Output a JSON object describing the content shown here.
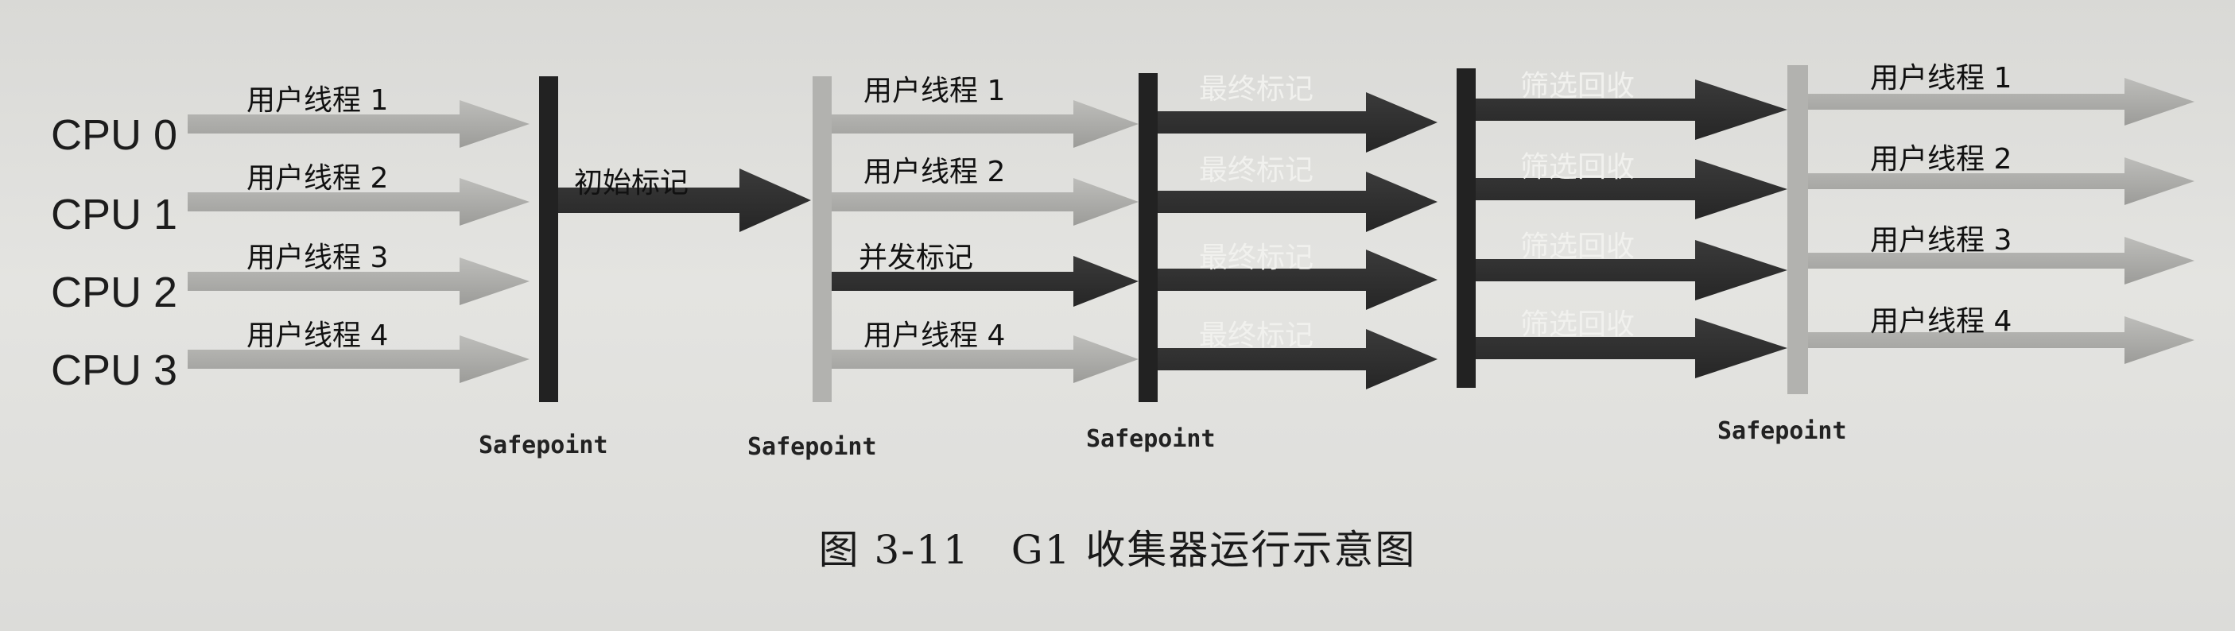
{
  "cpus": [
    "CPU 0",
    "CPU 1",
    "CPU 2",
    "CPU 3"
  ],
  "phase1": {
    "labels": [
      "用户线程 1",
      "用户线程 2",
      "用户线程 3",
      "用户线程 4"
    ]
  },
  "phase2": {
    "label": "初始标记"
  },
  "phase3": {
    "labels": [
      "用户线程 1",
      "用户线程 2",
      "并发标记",
      "用户线程 4"
    ]
  },
  "phase4": {
    "labels": [
      "最终标记",
      "最终标记",
      "最终标记",
      "最终标记"
    ]
  },
  "phase5": {
    "labels": [
      "筛选回收",
      "筛选回收",
      "筛选回收",
      "筛选回收"
    ]
  },
  "phase6": {
    "labels": [
      "用户线程 1",
      "用户线程 2",
      "用户线程 3",
      "用户线程 4"
    ]
  },
  "safepoints": [
    "Safepoint",
    "Safepoint",
    "Safepoint",
    "Safepoint"
  ],
  "caption": "图 3-11　G1 收集器运行示意图",
  "colors": {
    "light_arrow": "#a9a9a6",
    "dark_arrow": "#2f2f2f",
    "bar_dark": "#222222",
    "bar_light": "#b2b2af"
  }
}
